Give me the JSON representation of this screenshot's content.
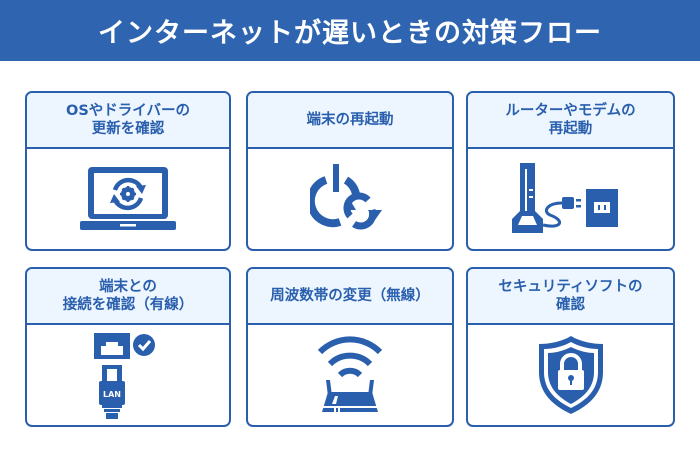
{
  "title": "インターネットが遅いときの対策フロー",
  "colors": {
    "primary": "#2f65b0",
    "card_border": "#2a5fae",
    "card_header_bg": "#edf6ff"
  },
  "cards": [
    {
      "title": "OSやドライバーの\n更新を確認",
      "icon": "laptop-update-icon"
    },
    {
      "title": "端末の再起動",
      "icon": "power-restart-icon"
    },
    {
      "title": "ルーターやモデムの\n再起動",
      "icon": "modem-plug-outlet-icon"
    },
    {
      "title": "端末との\n接続を確認（有線）",
      "icon": "lan-cable-check-icon"
    },
    {
      "title": "周波数帯の変更（無線）",
      "icon": "wifi-router-icon"
    },
    {
      "title": "セキュリティソフトの\n確認",
      "icon": "shield-lock-icon"
    }
  ],
  "icon_labels": {
    "lan": "LAN"
  }
}
